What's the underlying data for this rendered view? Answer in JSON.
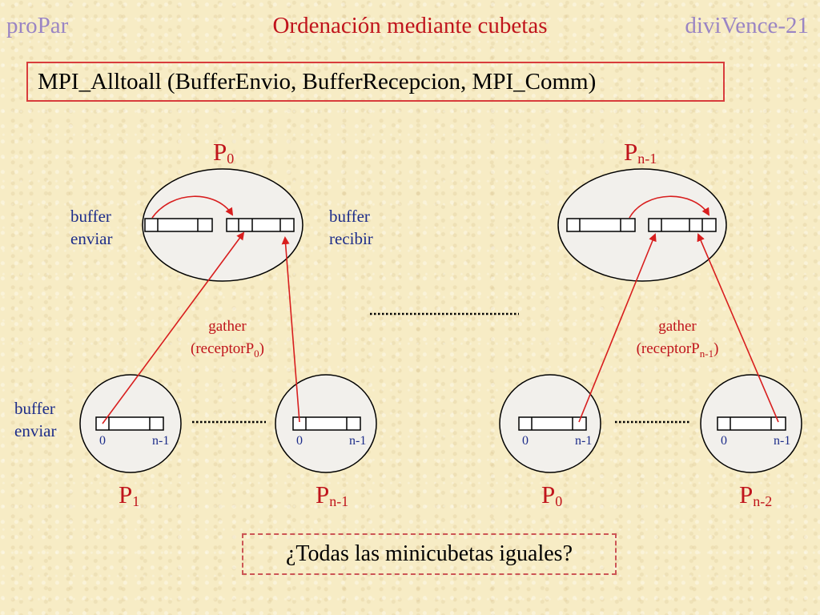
{
  "header": {
    "left": "proPar",
    "title": "Ordenación mediante cubetas",
    "right": "diviVence-21"
  },
  "mpi_call": "MPI_Alltoall (BufferEnvio, BufferRecepcion, MPI_Comm)",
  "question": "¿Todas las minicubetas iguales?",
  "labels": {
    "buffer_enviar_1": "buffer",
    "buffer_enviar_2": "enviar",
    "buffer_recibir_1": "buffer",
    "buffer_recibir_2": "recibir",
    "gather": "gather",
    "receptor": "(receptorP",
    "idx_first": "0",
    "idx_last": "n-1"
  },
  "processes": {
    "p0_top": {
      "name": "P",
      "sub": "0"
    },
    "pn1_top": {
      "name": "P",
      "sub": "n-1"
    },
    "p1_bottom": {
      "name": "P",
      "sub": "1"
    },
    "pn1_bottom": {
      "name": "P",
      "sub": "n-1"
    },
    "p0_bottom": {
      "name": "P",
      "sub": "0"
    },
    "pn2_bottom": {
      "name": "P",
      "sub": "n-2"
    }
  },
  "gather_subs": {
    "left": "0",
    "right": "n-1"
  },
  "colors": {
    "accent_red": "#c0141c",
    "header_purple": "#9a85c4",
    "text_blue": "#1d2d8a",
    "box_border": "#d83c3c"
  }
}
